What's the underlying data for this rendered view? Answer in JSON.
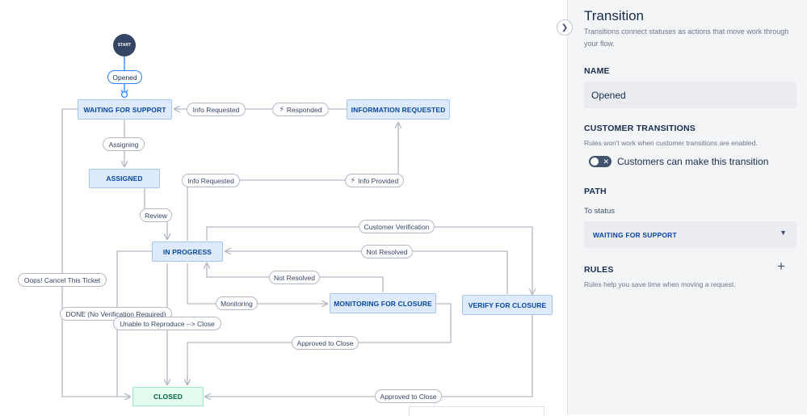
{
  "workflow": {
    "start_label": "START",
    "statuses": {
      "waiting": "WAITING FOR SUPPORT",
      "info_requested": "INFORMATION REQUESTED",
      "assigned": "ASSIGNED",
      "in_progress": "IN PROGRESS",
      "monitoring": "MONITORING FOR CLOSURE",
      "verify": "VERIFY FOR CLOSURE",
      "closed": "CLOSED"
    },
    "transitions": {
      "opened": "Opened",
      "info_requested_1": "Info Requested",
      "responded": "Responded",
      "assigning": "Assigning",
      "info_requested_2": "Info Requested",
      "info_provided": "Info Provided",
      "review": "Review",
      "customer_verification": "Customer Verification",
      "not_resolved_1": "Not Resolved",
      "not_resolved_2": "Not Resolved",
      "oops_cancel": "Oops! Cancel This Ticket",
      "monitoring": "Monitoring",
      "done_no_verification": "DONE (No Verification Required)",
      "unable_to_reproduce": "Unable to Reproduce --> Close",
      "approved_to_close_1": "Approved to Close",
      "approved_to_close_2": "Approved to Close"
    },
    "icons": {
      "automation": "bolt-icon"
    },
    "colors": {
      "status_bg": "#deebff",
      "status_text": "#0747a6",
      "done_bg": "#e3fcef",
      "done_text": "#006644",
      "line": "#b3b9c4",
      "selected": "#2684ff"
    }
  },
  "panel": {
    "title": "Transition",
    "subtitle": "Transitions connect statuses as actions that move work through your flow.",
    "name_label": "NAME",
    "name_value": "Opened",
    "customer_label": "CUSTOMER TRANSITIONS",
    "customer_note": "Rules won't work when customer transitions are enabled.",
    "toggle_label": "Customers can make this transition",
    "toggle_on": false,
    "path_label": "PATH",
    "to_status_label": "To status",
    "to_status_value": "WAITING FOR SUPPORT",
    "rules_label": "RULES",
    "rules_note": "Rules help you save time when moving a request."
  }
}
